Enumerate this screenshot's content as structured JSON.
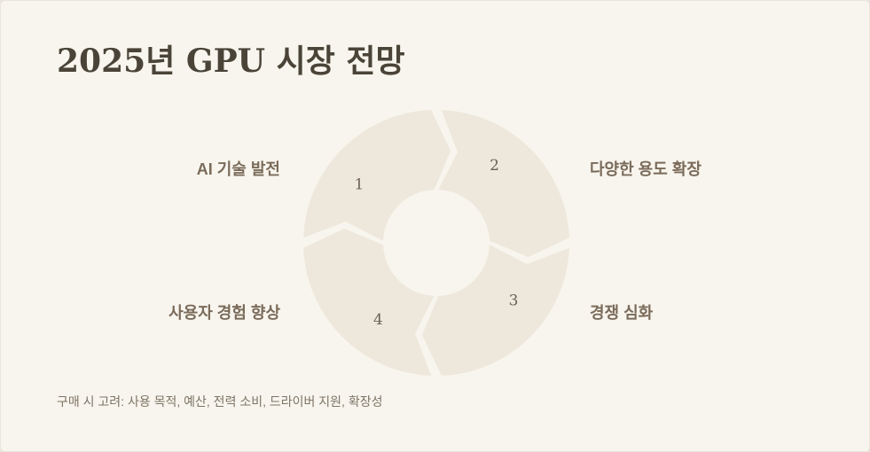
{
  "title": "2025년 GPU 시장 전망",
  "cycle": {
    "segments": [
      {
        "number": "1",
        "label": "AI 기술 발전"
      },
      {
        "number": "2",
        "label": "다양한 용도 확장"
      },
      {
        "number": "3",
        "label": "경쟁 심화"
      },
      {
        "number": "4",
        "label": "사용자 경험 향상"
      }
    ]
  },
  "footer": "구매 시 고려: 사용 목적, 예산, 전력 소비, 드라이버 지원, 확장성",
  "colors": {
    "background": "#f8f5ee",
    "segment_fill": "#eee8dc",
    "title": "#4a4438",
    "label": "#7a6b5a"
  }
}
